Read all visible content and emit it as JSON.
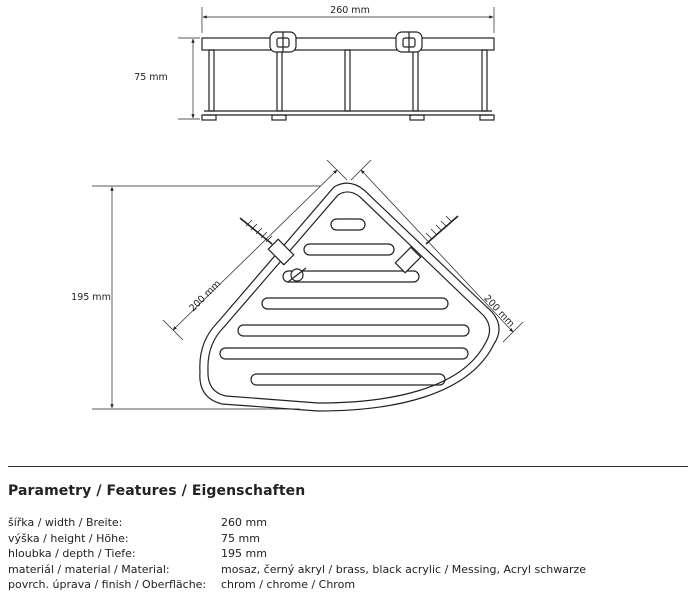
{
  "dimensions": {
    "width_label": "260 mm",
    "height_label": "75 mm",
    "depth_label": "195 mm",
    "side_left_label": "200 mm",
    "side_right_label": "200 mm"
  },
  "parameters": {
    "title": "Parametry / Features / Eigenschaften",
    "rows": [
      {
        "label": "šířka / width / Breite:",
        "value": "260 mm"
      },
      {
        "label": "výška / height / Höhe:",
        "value": "75 mm"
      },
      {
        "label": "hloubka / depth / Tiefe:",
        "value": "195 mm"
      },
      {
        "label": "materiál / material / Material:",
        "value": "mosaz, černý akryl / brass, black acrylic / Messing, Acryl schwarze"
      },
      {
        "label": "povrch. úprava / finish / Oberfläche:",
        "value": "chrom / chrome / Chrom"
      }
    ]
  }
}
